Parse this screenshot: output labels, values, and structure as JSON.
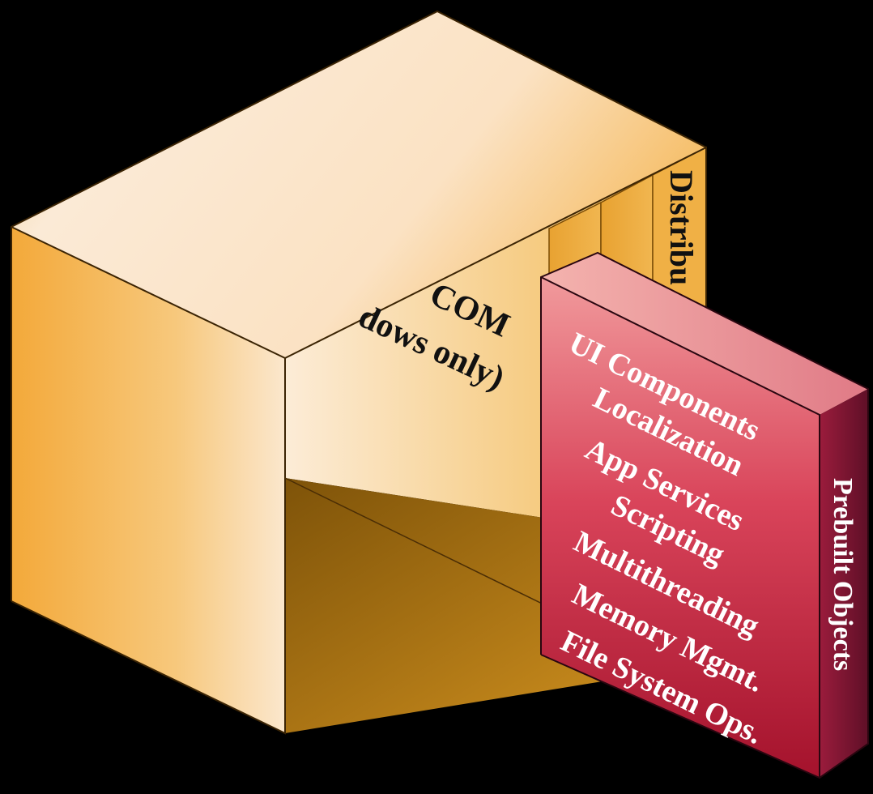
{
  "diagram": {
    "box_labels": {
      "com_line1": "COM",
      "com_line2": "dows only)",
      "distributed": "Distribu"
    },
    "panel": {
      "items": [
        "UI Components",
        "Localization",
        "App Services",
        "Scripting",
        "Multithreading",
        "Memory Mgmt.",
        "File System Ops."
      ],
      "side_label": "Prebuilt Objects"
    },
    "colors": {
      "background": "#000000",
      "box_top_light": "#fbe8d2",
      "box_front": "#f6b13f",
      "box_inner": "#c98916",
      "panel_front": "#c9283f",
      "panel_side": "#7a1430",
      "panel_text": "#ffffff",
      "box_text": "#111111"
    }
  }
}
